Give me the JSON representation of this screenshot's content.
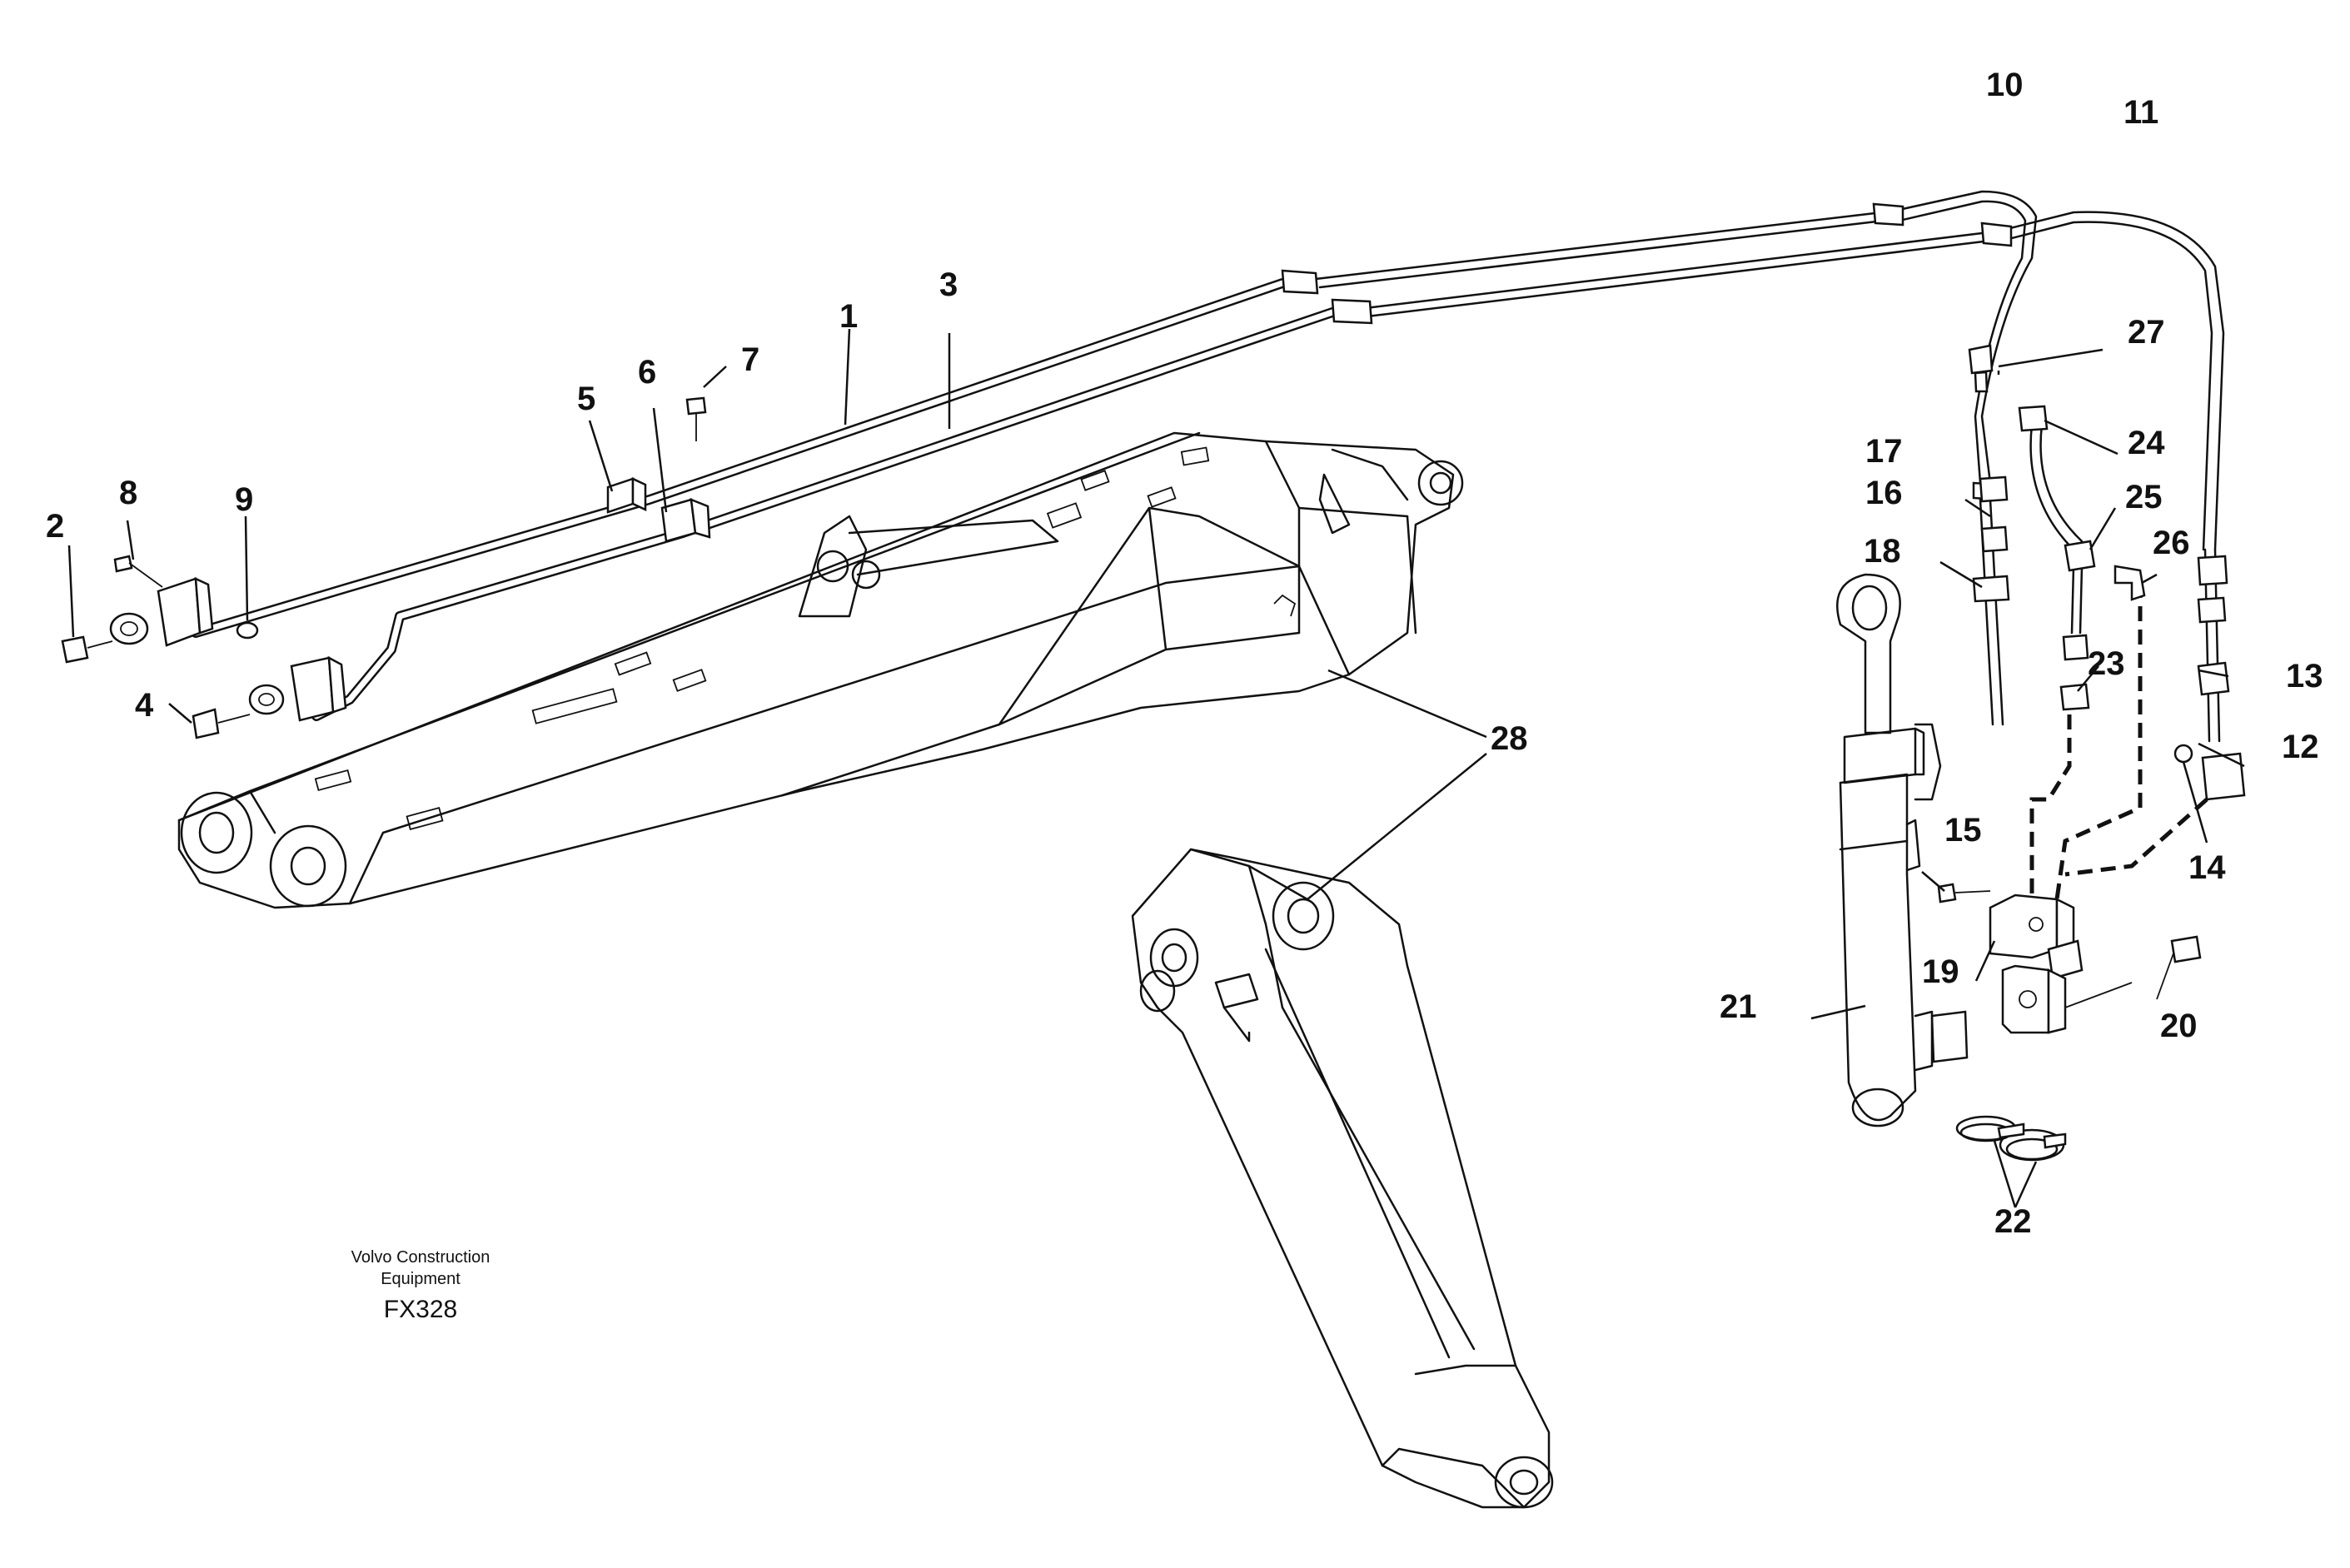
{
  "caption": {
    "company_line1": "Volvo Construction",
    "company_line2": "Equipment",
    "code": "FX328"
  },
  "callouts": {
    "c1": "1",
    "c2": "2",
    "c3": "3",
    "c4": "4",
    "c5": "5",
    "c6": "6",
    "c7": "7",
    "c8": "8",
    "c9": "9",
    "c10": "10",
    "c11": "11",
    "c12": "12",
    "c13": "13",
    "c14": "14",
    "c15": "15",
    "c16": "16",
    "c17": "17",
    "c18": "18",
    "c19": "19",
    "c20": "20",
    "c21": "21",
    "c22": "22",
    "c23": "23",
    "c24": "24",
    "c25": "25",
    "c26": "26",
    "c27": "27",
    "c28": "28"
  },
  "parts": {
    "boom": "boom",
    "arm": "arm",
    "hose_lines": "hose lines",
    "cylinder": "cylinder",
    "valve_block": "valve block",
    "clamps": "clamps"
  }
}
